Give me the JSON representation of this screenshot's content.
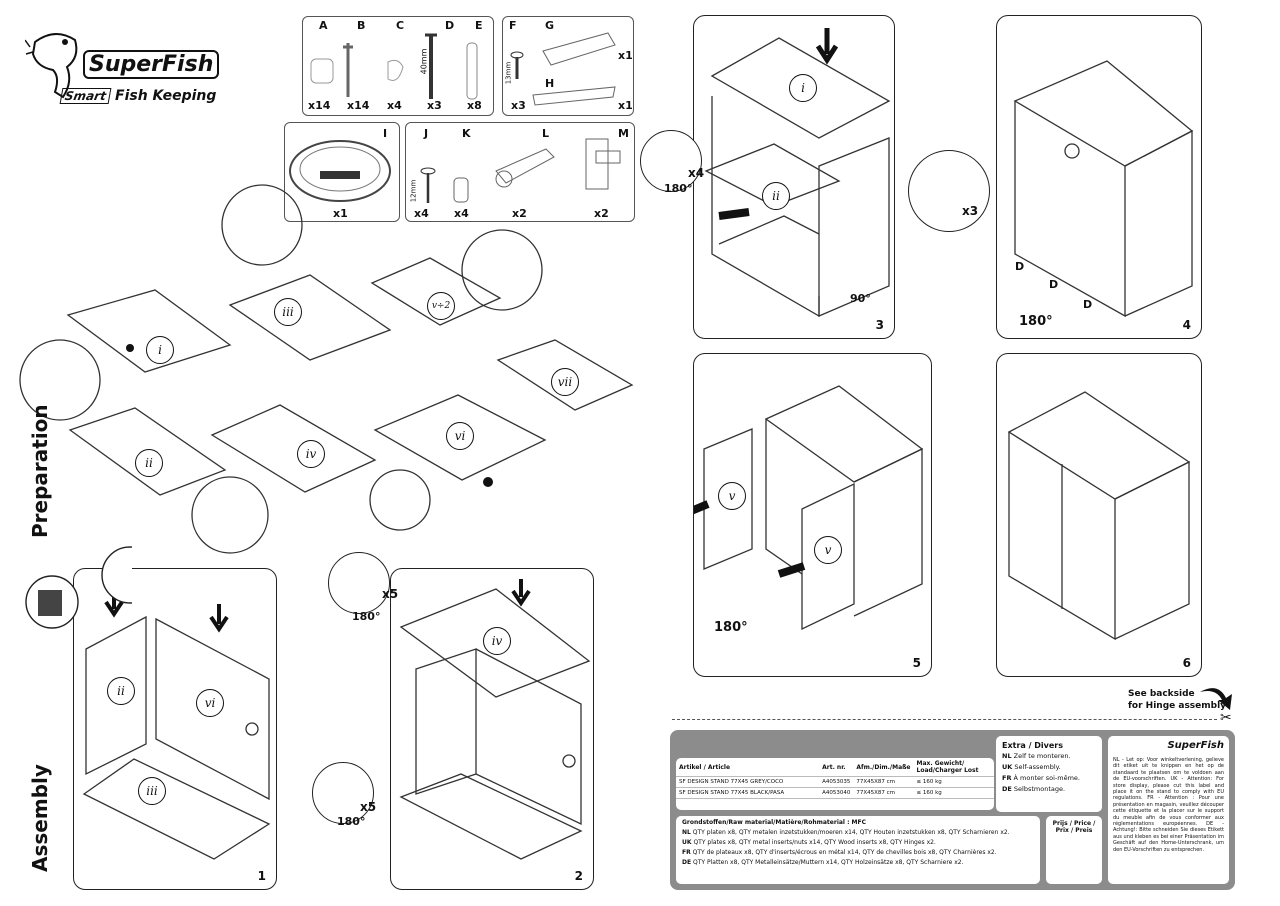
{
  "brand": {
    "name": "SuperFish",
    "tagline_smart": "Smart",
    "tagline_rest": "Fish Keeping"
  },
  "sections": {
    "preparation": "Preparation",
    "assembly": "Assembly"
  },
  "parts_top": [
    {
      "letter": "A",
      "qty": "x14"
    },
    {
      "letter": "B",
      "qty": "x14"
    },
    {
      "letter": "C",
      "qty": "x4"
    },
    {
      "letter": "D",
      "qty": "x3"
    },
    {
      "letter": "E",
      "qty": "x8"
    }
  ],
  "parts_fgh": {
    "F": "F",
    "F_qty": "x3",
    "G": "G",
    "G_qty": "x1",
    "H": "H",
    "H_qty": "x1"
  },
  "part_I": {
    "letter": "I",
    "qty": "x1"
  },
  "parts_jklm": [
    {
      "letter": "J",
      "qty": "x4"
    },
    {
      "letter": "K",
      "qty": "x4"
    },
    {
      "letter": "L",
      "qty": "x2"
    },
    {
      "letter": "M",
      "qty": "x2"
    }
  ],
  "dims": {
    "d40": "40mm",
    "d12": "12mm",
    "d13": "13mm"
  },
  "panels": [
    "i",
    "ii",
    "iii",
    "iv",
    "v",
    "vi",
    "vii"
  ],
  "steps": {
    "s1": "1",
    "s2": "2",
    "s3": "3",
    "s4": "4",
    "s5": "5",
    "s6": "6",
    "rot180": "180°",
    "rot90": "90°",
    "x5": "x5",
    "x4": "x4",
    "x3": "x3",
    "D": "D"
  },
  "backside_note": {
    "line1": "See backside",
    "line2": "for Hinge assembly"
  },
  "label": {
    "table_headers": [
      "Artikel / Article",
      "Art. nr.",
      "Afm./Dim./Maße",
      "Max. Gewicht/ Load/Charger Lost"
    ],
    "rows": [
      [
        "SF DESIGN STAND 77X45 GREY/COCO",
        "A4053035",
        "77X45X87 cm",
        "≤ 160 kg"
      ],
      [
        "SF DESIGN STAND 77X45 BLACK/PASA",
        "A4053040",
        "77X45X87 cm",
        "≤ 160 kg"
      ]
    ],
    "material_title": "Grondstoffen/Raw material/Matière/Rohmaterial : MFC",
    "materials": [
      {
        "code": "NL",
        "text": "QTY platen x8, QTY metalen inzetstukken/moeren x14, QTY Houten inzetstukken x8, QTY Scharnieren x2."
      },
      {
        "code": "UK",
        "text": "QTY plates x8, QTY metal inserts/nuts x14, QTY Wood inserts x8, QTY Hinges x2."
      },
      {
        "code": "FR",
        "text": "QTY de plateaux x8, QTY d'inserts/écrous en métal x14, QTY de chevilles bois x8, QTY Charnières x2."
      },
      {
        "code": "DE",
        "text": "QTY Platten x8, QTY Metalleinsätze/Muttern x14, QTY Holzeinsätze x8, QTY Scharniere x2."
      }
    ],
    "extra_title": "Extra / Divers",
    "extra": [
      {
        "code": "NL",
        "text": "Zelf te monteren."
      },
      {
        "code": "UK",
        "text": "Self-assembly."
      },
      {
        "code": "FR",
        "text": "À monter soi-même."
      },
      {
        "code": "DE",
        "text": "Selbstmontage."
      }
    ],
    "price_label": "Prijs / Price / Prix / Preis",
    "legal": "NL - Let op: Voor winkeltverlening, gelieve dit etiket uit te knippen en het op de standaard te plaatsen om te voldoen aan de EU-voorschriften. UK - Attention: For store display, please cut this label and place it on the stand to comply with EU regulations. FR - Attention : Pour une présentation en magasin, veuillez découper cette étiquette et la placer sur le support du meuble afin de vous conformer aux réglementations européennes. DE - Achtung!: Bitte schneiden Sie dieses Etikett aus und kleben es bei einer Präsentation im Geschäft auf den Home-Unterschrank, um den EU-Vorschriften zu entsprechen."
  }
}
